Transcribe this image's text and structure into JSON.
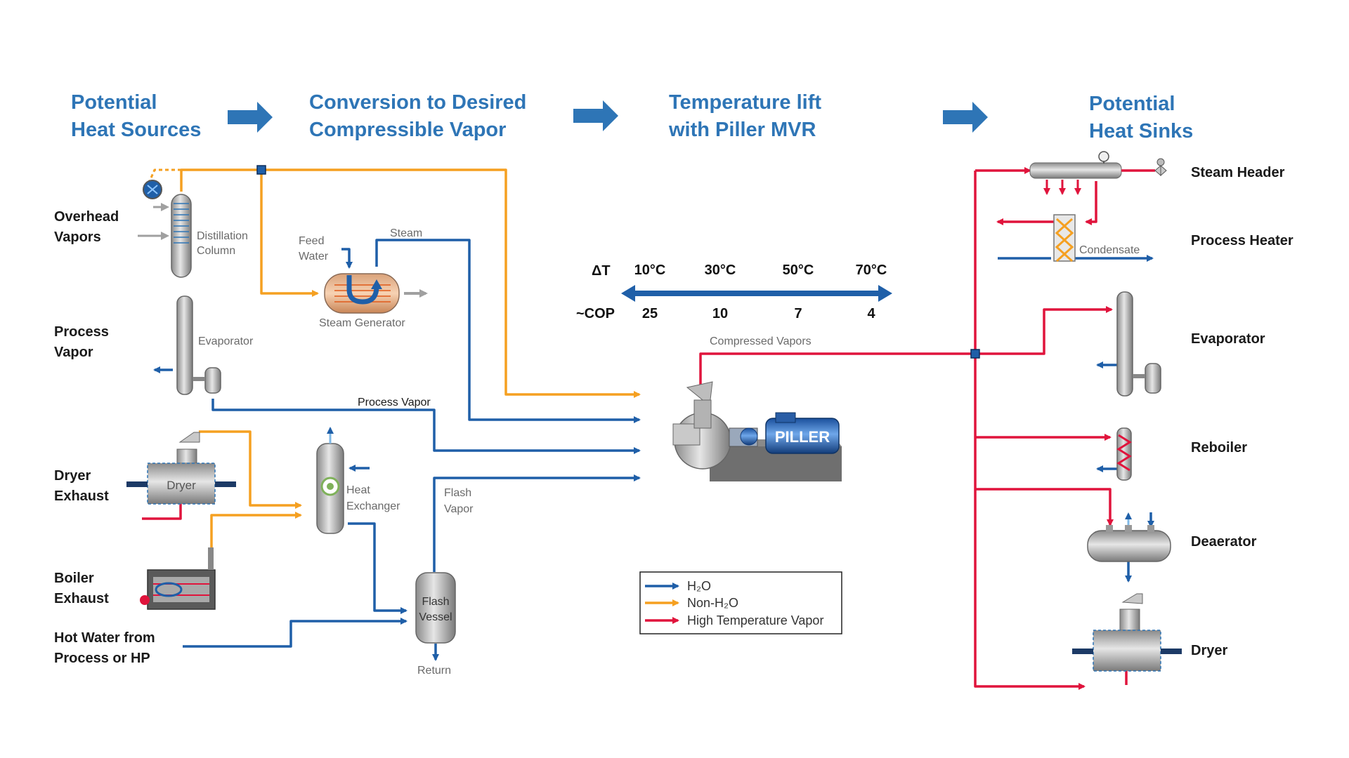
{
  "colors": {
    "h2o": "#1F5FA8",
    "non_h2o": "#F5A021",
    "hot_vapor": "#E0143C",
    "header_text": "#2E75B6"
  },
  "headers": {
    "sources_l1": "Potential",
    "sources_l2": "Heat Sources",
    "conversion_l1": "Conversion to Desired",
    "conversion_l2": "Compressible Vapor",
    "lift_l1": "Temperature lift",
    "lift_l2": "with Piller MVR",
    "sinks_l1": "Potential",
    "sinks_l2": "Heat Sinks"
  },
  "sources": {
    "overhead_l1": "Overhead",
    "overhead_l2": "Vapors",
    "process_l1": "Process",
    "process_l2": "Vapor",
    "dryer_l1": "Dryer",
    "dryer_l2": "Exhaust",
    "boiler_l1": "Boiler",
    "boiler_l2": "Exhaust",
    "hotwater_l1": "Hot Water from",
    "hotwater_l2": "Process or HP"
  },
  "equipment": {
    "distillation_l1": "Distillation",
    "distillation_l2": "Column",
    "evaporator": "Evaporator",
    "dryer": "Dryer",
    "heat_exchanger_l1": "Heat",
    "heat_exchanger_l2": "Exchanger",
    "feed_water_l1": "Feed",
    "feed_water_l2": "Water",
    "steam": "Steam",
    "steam_generator": "Steam Generator",
    "process_vapor": "Process Vapor",
    "flash_vapor_l1": "Flash",
    "flash_vapor_l2": "Vapor",
    "flash_vessel_l1": "Flash",
    "flash_vessel_l2": "Vessel",
    "return": "Return",
    "compressed_vapors": "Compressed Vapors",
    "condensate": "Condensate",
    "piller_logo": "PILLER"
  },
  "scale": {
    "dt_label": "ΔT",
    "cop_label": "~COP",
    "dt_values": [
      "10°C",
      "30°C",
      "50°C",
      "70°C"
    ],
    "cop_values": [
      "25",
      "10",
      "7",
      "4"
    ]
  },
  "sinks": {
    "steam_header": "Steam Header",
    "process_heater": "Process Heater",
    "evaporator": "Evaporator",
    "reboiler": "Reboiler",
    "deaerator": "Deaerator",
    "dryer": "Dryer"
  },
  "legend": {
    "h2o": "H₂O",
    "non_h2o": "Non-H₂O",
    "high_temp": "High Temperature Vapor"
  }
}
